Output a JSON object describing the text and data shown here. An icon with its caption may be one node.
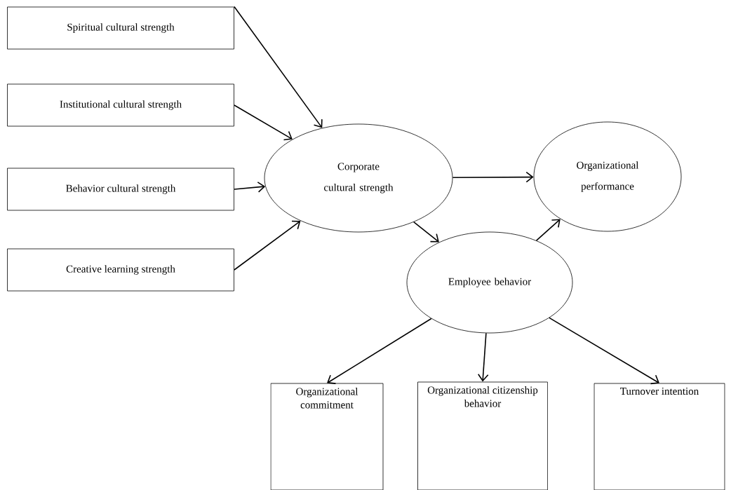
{
  "diagram": {
    "nodes": [
      {
        "text": [
          "Spiritual cultural strength"
        ]
      },
      {
        "text": [
          "Institutional cultural strength"
        ]
      },
      {
        "text": [
          "Behavior cultural strength"
        ]
      },
      {
        "text": [
          "Creative learning strength"
        ]
      },
      {
        "text": [
          "Corporate cultural strength"
        ]
      },
      {
        "text": [
          "Organizational performance"
        ]
      },
      {
        "text": [
          "Employee behavior"
        ]
      },
      {
        "text": [
          "Organizational commitment"
        ]
      },
      {
        "text": [
          "Organizational citizenship behavior"
        ]
      },
      {
        "text": [
          "Turnover intention"
        ]
      }
    ],
    "edges": [
      {
        "from": 0,
        "to": 4,
        "arrow": "to"
      },
      {
        "from": 1,
        "to": 4,
        "arrow": "to"
      },
      {
        "from": 2,
        "to": 4,
        "arrow": "to"
      },
      {
        "from": 3,
        "to": 4,
        "arrow": "to"
      },
      {
        "from": 4,
        "to": 5,
        "arrow": "to"
      },
      {
        "from": 4,
        "to": 6,
        "arrow": "to"
      },
      {
        "from": 6,
        "to": 5,
        "arrow": "to"
      },
      {
        "from": 6,
        "to": 7,
        "arrow": "to"
      },
      {
        "from": 6,
        "to": 8,
        "arrow": "to"
      },
      {
        "from": 6,
        "to": 9,
        "arrow": "to"
      }
    ]
  }
}
